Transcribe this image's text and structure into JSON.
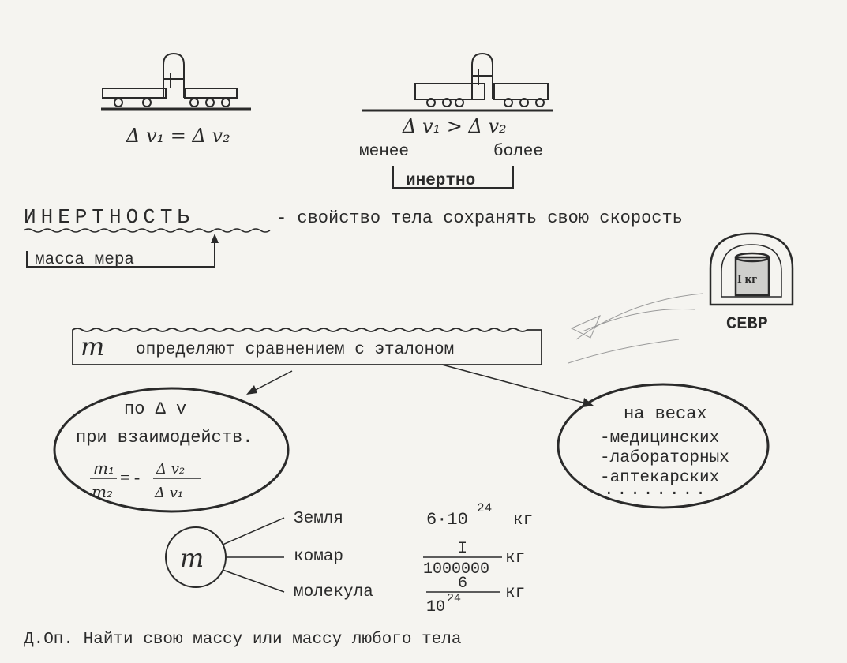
{
  "top_left": {
    "formula": "Δ v₁ = Δ v₂"
  },
  "top_right": {
    "formula": "Δ v₁ > Δ v₂",
    "less_label": "менее",
    "more_label": "более",
    "box_label": "инертно"
  },
  "definition": {
    "term": "ИНЕРТНОСТЬ",
    "text": "- свойство тела сохранять свою скорость",
    "mass_label": "масса мера"
  },
  "etalon": {
    "label": "СЕВР",
    "weight": "I кг"
  },
  "mass_box": {
    "symbol": "m",
    "text": "определяют сравнением с эталоном"
  },
  "left_oval": {
    "line1": "по Δ v",
    "line2": "при взаимодейств.",
    "frac_left_num": "m₁",
    "frac_left_den": "m₂",
    "eq": "= -",
    "frac_right_num": "Δ v₂",
    "frac_right_den": "Δ v₁"
  },
  "right_oval": {
    "title": "на весах",
    "items": [
      "-медицинских",
      "-лабораторных",
      "-аптекарских"
    ],
    "dots": "........"
  },
  "examples": {
    "symbol": "m",
    "rows": [
      {
        "name": "Земля",
        "value": "6·10",
        "exp": "24",
        "unit": "кг"
      },
      {
        "name": "комар",
        "num": "I",
        "den": "1000000",
        "unit": "кг"
      },
      {
        "name": "молекула",
        "num": "6",
        "den": "10",
        "den_exp": "24",
        "unit": "кг"
      }
    ]
  },
  "homework": "Д.Оп. Найти свою массу или массу любого тела"
}
